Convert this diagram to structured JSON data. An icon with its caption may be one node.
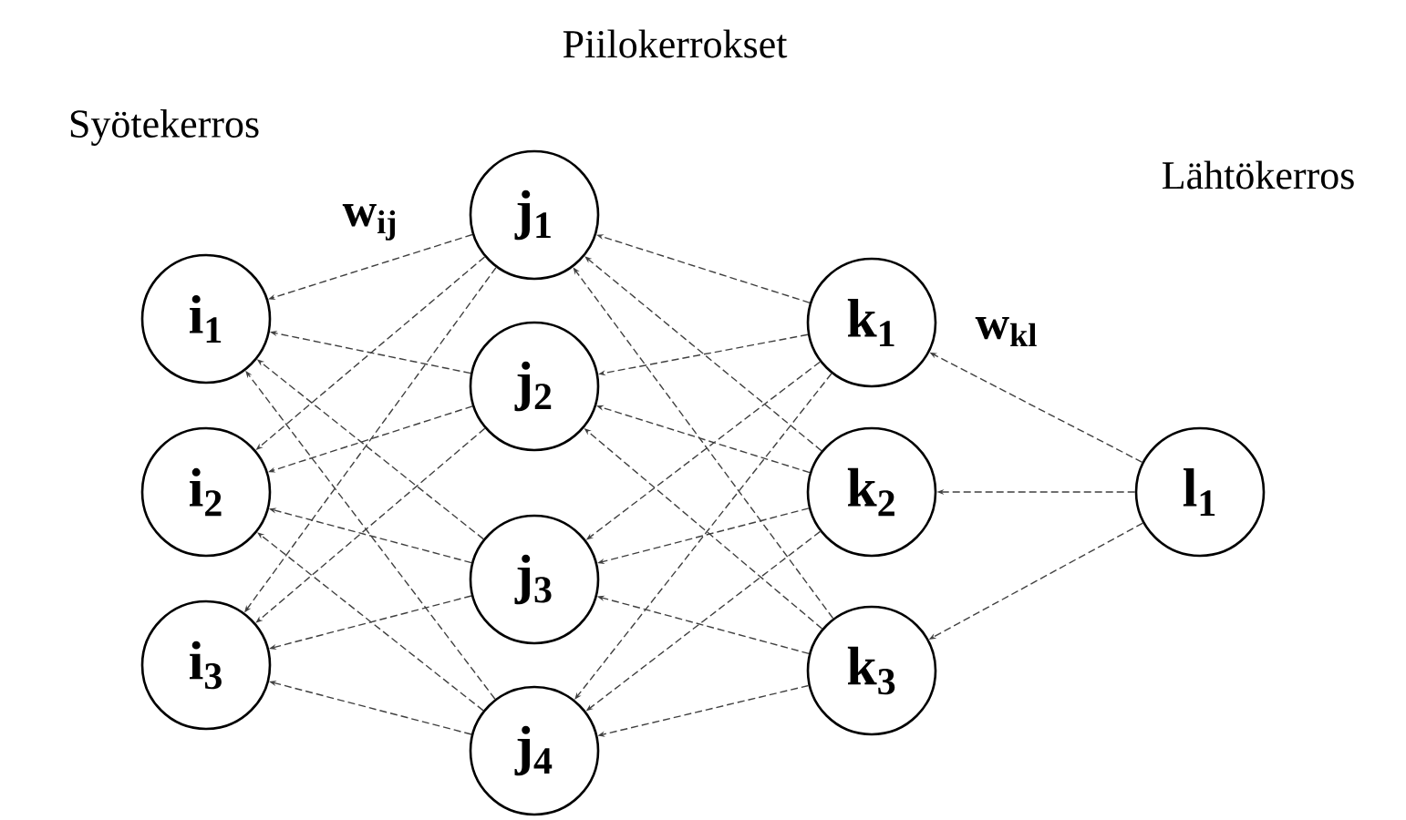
{
  "diagram": {
    "nodes": [
      {
        "text": [
          "i$_{1}$"
        ]
      },
      {
        "text": [
          "i$_{2}$"
        ]
      },
      {
        "text": [
          "i$_{3}$"
        ]
      },
      {
        "text": [
          "j$_{1}$"
        ]
      },
      {
        "text": [
          "j$_{2}$"
        ]
      },
      {
        "text": [
          "j$_{3}$"
        ]
      },
      {
        "text": [
          "j$_{4}$"
        ]
      },
      {
        "text": [
          "k$_{1}$"
        ]
      },
      {
        "text": [
          "k$_{2}$"
        ]
      },
      {
        "text": [
          "k$_{3}$"
        ]
      },
      {
        "text": [
          "l$_{1}$"
        ]
      }
    ],
    "edges": [
      {
        "from": 3,
        "to": 0,
        "arrow": "to",
        "style": "dashed"
      },
      {
        "from": 4,
        "to": 0,
        "arrow": "to",
        "style": "dashed"
      },
      {
        "from": 5,
        "to": 0,
        "arrow": "to",
        "style": "dashed"
      },
      {
        "from": 6,
        "to": 0,
        "arrow": "to",
        "style": "dashed"
      },
      {
        "from": 3,
        "to": 1,
        "arrow": "to",
        "style": "dashed"
      },
      {
        "from": 4,
        "to": 1,
        "arrow": "to",
        "style": "dashed"
      },
      {
        "from": 5,
        "to": 1,
        "arrow": "to",
        "style": "dashed"
      },
      {
        "from": 6,
        "to": 1,
        "arrow": "to",
        "style": "dashed"
      },
      {
        "from": 3,
        "to": 2,
        "arrow": "to",
        "style": "dashed"
      },
      {
        "from": 4,
        "to": 2,
        "arrow": "to",
        "style": "dashed"
      },
      {
        "from": 5,
        "to": 2,
        "arrow": "to",
        "style": "dashed"
      },
      {
        "from": 6,
        "to": 2,
        "arrow": "to",
        "style": "dashed"
      },
      {
        "from": 7,
        "to": 3,
        "arrow": "to",
        "style": "dashed"
      },
      {
        "from": 8,
        "to": 3,
        "arrow": "to",
        "style": "dashed"
      },
      {
        "from": 9,
        "to": 3,
        "arrow": "to",
        "style": "dashed"
      },
      {
        "from": 7,
        "to": 4,
        "arrow": "to",
        "style": "dashed"
      },
      {
        "from": 8,
        "to": 4,
        "arrow": "to",
        "style": "dashed"
      },
      {
        "from": 9,
        "to": 4,
        "arrow": "to",
        "style": "dashed"
      },
      {
        "from": 7,
        "to": 5,
        "arrow": "to",
        "style": "dashed"
      },
      {
        "from": 8,
        "to": 5,
        "arrow": "to",
        "style": "dashed"
      },
      {
        "from": 9,
        "to": 5,
        "arrow": "to",
        "style": "dashed"
      },
      {
        "from": 7,
        "to": 6,
        "arrow": "to",
        "style": "dashed"
      },
      {
        "from": 8,
        "to": 6,
        "arrow": "to",
        "style": "dashed"
      },
      {
        "from": 9,
        "to": 6,
        "arrow": "to",
        "style": "dashed"
      },
      {
        "from": 10,
        "to": 7,
        "arrow": "to",
        "style": "dashed"
      },
      {
        "from": 10,
        "to": 8,
        "arrow": "to",
        "style": "dashed"
      },
      {
        "from": 10,
        "to": 9,
        "arrow": "to",
        "style": "dashed"
      }
    ],
    "labels": [
      "Piilokerrokset",
      "Syötekerros",
      "Lähtökerros",
      "w$_{ij}$",
      "w$_{kl}$"
    ]
  }
}
